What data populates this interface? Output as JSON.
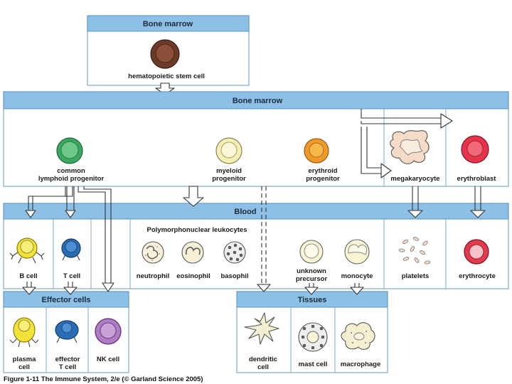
{
  "sections": {
    "bone_marrow_top": "Bone marrow",
    "bone_marrow": "Bone marrow",
    "blood": "Blood",
    "effector_cells": "Effector cells",
    "tissues": "Tissues",
    "polymorphonuclear": "Polymorphonuclear leukocytes"
  },
  "cells": {
    "hsc": "hematopoietic stem cell",
    "lymphoid_1": "common",
    "lymphoid_2": "lymphoid progenitor",
    "myeloid_1": "myeloid",
    "myeloid_2": "progenitor",
    "erythroid_1": "erythroid",
    "erythroid_2": "progenitor",
    "megakaryocyte": "megakaryocyte",
    "erythroblast": "erythroblast",
    "b_cell": "B cell",
    "t_cell": "T cell",
    "neutrophil": "neutrophil",
    "eosinophil": "eosinophil",
    "basophil": "basophil",
    "unknown_1": "unknown",
    "unknown_2": "precursor",
    "monocyte": "monocyte",
    "platelets": "platelets",
    "erythrocyte": "erythrocyte",
    "plasma_1": "plasma",
    "plasma_2": "cell",
    "effector_t_1": "effector",
    "effector_t_2": "T cell",
    "nk_cell": "NK cell",
    "dendritic_1": "dendritic",
    "dendritic_2": "cell",
    "mast_cell": "mast cell",
    "macrophage": "macrophage"
  },
  "caption": "Figure 1-11  The Immune System, 2/e (© Garland Science 2005)",
  "colors": {
    "bar": "#8cc0e6",
    "panel_border": "#7fa8c8",
    "hsc": "#6b3a2a",
    "lymphoid": "#3aa860",
    "myeloid": "#f4efb4",
    "erythroid": "#ee9a2a",
    "erythroblast": "#e6344a",
    "b_cell": "#f2e23a",
    "t_cell": "#2b6db5",
    "nk_cell": "#b07cc4",
    "erythrocyte": "#e03a4c"
  }
}
